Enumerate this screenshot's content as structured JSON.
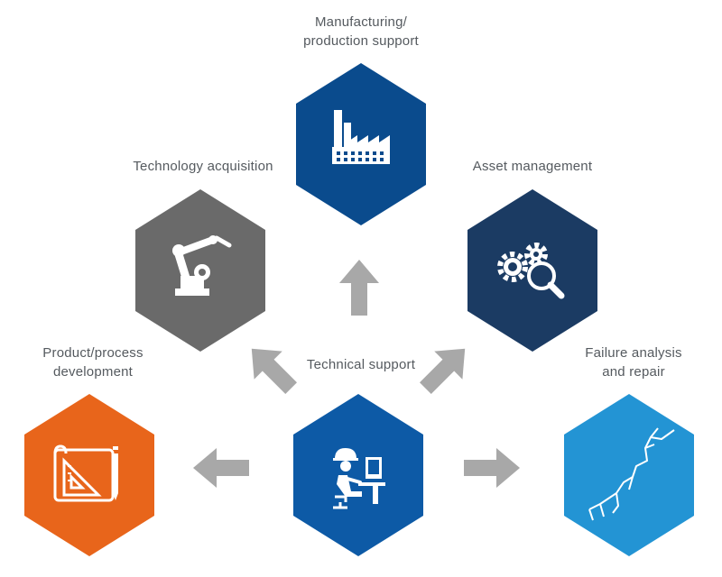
{
  "colors": {
    "manufacturing": "#0a4b8d",
    "technology": "#6a6a6a",
    "asset": "#1b3b63",
    "product": "#e8651b",
    "technical": "#0d5aa6",
    "failure": "#2394d4",
    "arrow": "#a8a8a8",
    "icon": "#ffffff",
    "label": "#555a5f"
  },
  "nodes": {
    "manufacturing": {
      "label_line1": "Manufacturing/",
      "label_line2": "production support",
      "icon": "factory-icon"
    },
    "technology": {
      "label": "Technology acquisition",
      "icon": "robot-arm-icon"
    },
    "asset": {
      "label": "Asset management",
      "icon": "gears-magnifier-icon"
    },
    "product": {
      "label_line1": "Product/process",
      "label_line2": "development",
      "icon": "drafting-tools-icon"
    },
    "technical": {
      "label": "Technical support",
      "icon": "engineer-at-computer-icon"
    },
    "failure": {
      "label_line1": "Failure analysis",
      "label_line2": "and repair",
      "icon": "crack-icon"
    }
  }
}
